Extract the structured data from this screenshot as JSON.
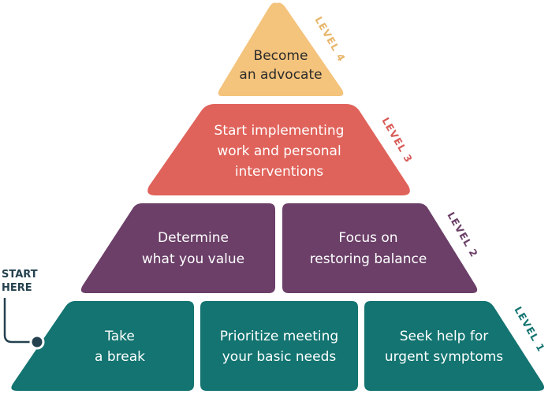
{
  "levels": [
    {
      "label": "LEVEL 4",
      "color": "#f4c37c",
      "label_color": "#e8b569",
      "text_color": "#2b2b2b",
      "blocks": [
        {
          "lines": [
            "Become",
            "an advocate"
          ]
        }
      ]
    },
    {
      "label": "LEVEL 3",
      "color": "#e0635b",
      "label_color": "#d75b57",
      "text_color": "#ffffff",
      "blocks": [
        {
          "lines": [
            "Start implementing",
            "work and personal",
            "interventions"
          ]
        }
      ]
    },
    {
      "label": "LEVEL 2",
      "color": "#6b3f68",
      "label_color": "#6b3f68",
      "text_color": "#ffffff",
      "blocks": [
        {
          "lines": [
            "Determine",
            "what you value"
          ]
        },
        {
          "lines": [
            "Focus on",
            "restoring balance"
          ]
        }
      ]
    },
    {
      "label": "LEVEL 1",
      "color": "#137471",
      "label_color": "#137471",
      "text_color": "#ffffff",
      "blocks": [
        {
          "lines": [
            "Take",
            "a break"
          ]
        },
        {
          "lines": [
            "Prioritize meeting",
            "your basic needs"
          ]
        },
        {
          "lines": [
            "Seek help for",
            "urgent symptoms"
          ]
        }
      ]
    }
  ],
  "start": {
    "lines": [
      "START",
      "HERE"
    ],
    "color": "#24414f"
  }
}
